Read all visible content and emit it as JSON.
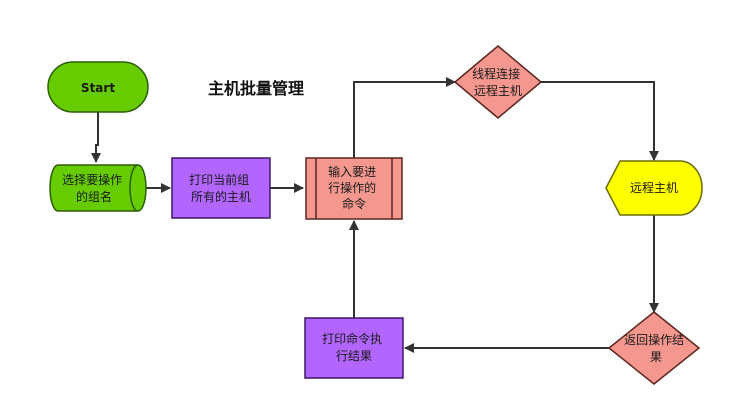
{
  "title": "主机批量管理",
  "nodes": {
    "start": {
      "lines": [
        "Start"
      ],
      "color": "#66cc00"
    },
    "select_group": {
      "lines": [
        "选择要操作",
        "的组名"
      ],
      "color": "#66cc00"
    },
    "print_hosts": {
      "lines": [
        "打印当前组",
        "所有的主机"
      ],
      "color": "#b266ff"
    },
    "input_cmd": {
      "lines": [
        "输入要进",
        "行操作的",
        "命令"
      ],
      "color": "#f4978e"
    },
    "thread_connect": {
      "lines": [
        "线程连接",
        "远程主机"
      ],
      "color": "#f4978e"
    },
    "remote_host": {
      "lines": [
        "远程主机"
      ],
      "color": "#ffff00"
    },
    "return_result": {
      "lines": [
        "返回操作结",
        "果"
      ],
      "color": "#f4978e"
    },
    "print_result": {
      "lines": [
        "打印命令执",
        "行结果"
      ],
      "color": "#b266ff"
    }
  }
}
